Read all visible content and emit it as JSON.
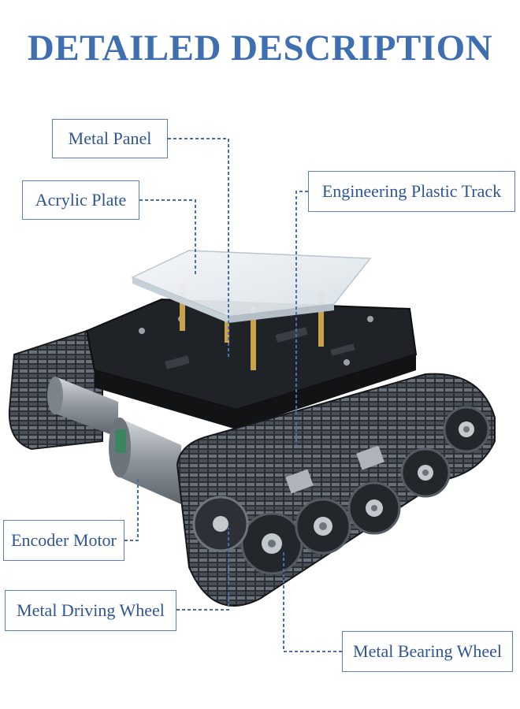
{
  "page": {
    "title": "DETAILED DESCRIPTION"
  },
  "labels": {
    "metal_panel": "Metal Panel",
    "acrylic_plate": "Acrylic Plate",
    "engineering_plastic_track": "Engineering Plastic Track",
    "encoder_motor": "Encoder Motor",
    "metal_driving_wheel": "Metal Driving Wheel",
    "metal_bearing_wheel": "Metal Bearing Wheel"
  },
  "colors": {
    "title": "#3f6fb1",
    "label_text": "#2f5593",
    "label_border": "#5b7fb6",
    "leader_line": "#4a6fa8",
    "track": "#2b2f36",
    "chassis": "#1f2226",
    "acrylic": "#e9eef2",
    "motor": "#9aa1a8",
    "brass": "#c9a24a"
  }
}
